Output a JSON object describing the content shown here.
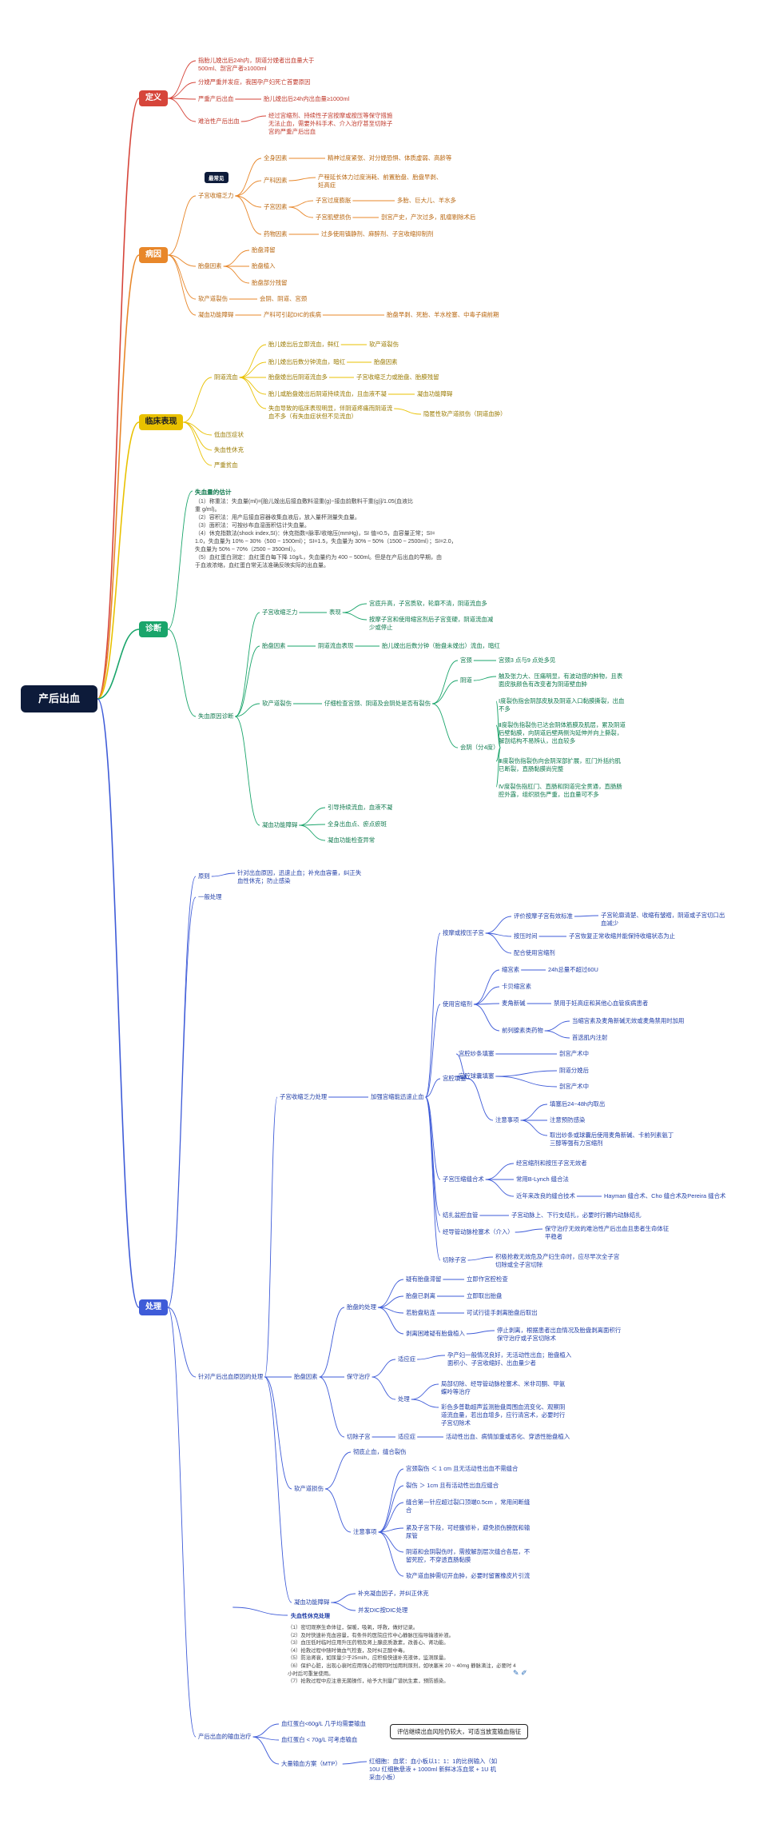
{
  "root": "产后出血",
  "badge": "最常见",
  "callout": "评估继续出血风险仍较大，可适当放宽输血指征",
  "icons": [
    "edit-icon",
    "pen-icon"
  ],
  "branch_colors": {
    "definition": "#d6453a",
    "cause": "#e8872a",
    "manifestation": "#e9c100",
    "diagnosis": "#1aa56b",
    "treatment": "#3e5bd8"
  },
  "nodes": [
    {
      "id": "def",
      "label": "定义",
      "cat": "definition",
      "main": true
    },
    {
      "id": "def1",
      "parent": "def",
      "label": "指胎儿娩出后24h内，阴道分娩者出血量大于\n500ml、剖宫产者≥1000ml"
    },
    {
      "id": "def2",
      "parent": "def",
      "label": "分娩严重并发症，我国孕产妇死亡首要原因"
    },
    {
      "id": "def3",
      "parent": "def",
      "label": "严重产后出血"
    },
    {
      "id": "def3a",
      "parent": "def3",
      "label": "胎儿娩出后24h内出血量≥1000ml"
    },
    {
      "id": "def4",
      "parent": "def",
      "label": "难治性产后出血"
    },
    {
      "id": "def4a",
      "parent": "def4",
      "label": "经过宫缩剂、持续性子宫按摩或按压等保守措施\n无法止血，需要外科手术、介入治疗甚至切除子\n宫的严重产后出血"
    },
    {
      "id": "cau",
      "label": "病因",
      "cat": "cause",
      "main": true
    },
    {
      "id": "c1",
      "parent": "cau",
      "label": "子宫收缩乏力"
    },
    {
      "id": "c1a",
      "parent": "c1",
      "label": "全身因素"
    },
    {
      "id": "c1a1",
      "parent": "c1a",
      "label": "精神过度紧张、对分娩恐惧、体质虚弱、高龄等"
    },
    {
      "id": "c1b",
      "parent": "c1",
      "label": "产科因素"
    },
    {
      "id": "c1b1",
      "parent": "c1b",
      "label": "产程延长体力过度消耗、前置胎盘、胎盘早剥、\n妊高症"
    },
    {
      "id": "c1c",
      "parent": "c1",
      "label": "子宫因素"
    },
    {
      "id": "c1c1",
      "parent": "c1c",
      "label": "子宫过度膨胀"
    },
    {
      "id": "c1c1a",
      "parent": "c1c1",
      "label": "多胎、巨大儿、羊水多"
    },
    {
      "id": "c1c2",
      "parent": "c1c",
      "label": "子宫肌壁损伤"
    },
    {
      "id": "c1c2a",
      "parent": "c1c2",
      "label": "剖宫产史，产次过多，肌瘤剔除术后"
    },
    {
      "id": "c1d",
      "parent": "c1",
      "label": "药物因素"
    },
    {
      "id": "c1d1",
      "parent": "c1d",
      "label": "过多使用镇静剂、麻醉剂、子宫收缩抑制剂"
    },
    {
      "id": "c2",
      "parent": "cau",
      "label": "胎盘因素"
    },
    {
      "id": "c2a",
      "parent": "c2",
      "label": "胎盘滞留"
    },
    {
      "id": "c2b",
      "parent": "c2",
      "label": "胎盘植入"
    },
    {
      "id": "c2c",
      "parent": "c2",
      "label": "胎盘部分残留"
    },
    {
      "id": "c3",
      "parent": "cau",
      "label": "软产道裂伤"
    },
    {
      "id": "c3a",
      "parent": "c3",
      "label": "会阴、阴道、宫颈"
    },
    {
      "id": "c4",
      "parent": "cau",
      "label": "凝血功能障碍"
    },
    {
      "id": "c4a",
      "parent": "c4",
      "label": "产科可引起DIC的疾病"
    },
    {
      "id": "c4a1",
      "parent": "c4a",
      "label": "胎盘早剥、死胎、羊水栓塞、中毒子痫前期"
    },
    {
      "id": "man",
      "label": "临床表现",
      "cat": "manifestation",
      "main": true
    },
    {
      "id": "m1",
      "parent": "man",
      "label": "阴道流血"
    },
    {
      "id": "m1a",
      "parent": "m1",
      "label": "胎儿娩出后立即流血，鲜红"
    },
    {
      "id": "m1a1",
      "parent": "m1a",
      "label": "软产道裂伤"
    },
    {
      "id": "m1b",
      "parent": "m1",
      "label": "胎儿娩出后数分钟流血，暗红"
    },
    {
      "id": "m1b1",
      "parent": "m1b",
      "label": "胎盘因素"
    },
    {
      "id": "m1c",
      "parent": "m1",
      "label": "胎盘娩出后阴道流血多"
    },
    {
      "id": "m1c1",
      "parent": "m1c",
      "label": "子宫收缩乏力或胎盘、胎膜残留"
    },
    {
      "id": "m1d",
      "parent": "m1",
      "label": "胎儿或胎盘娩出后阴道持续流血，且血液不凝"
    },
    {
      "id": "m1d1",
      "parent": "m1d",
      "label": "凝血功能障碍"
    },
    {
      "id": "m1e",
      "parent": "m1",
      "label": "失血导致的临床表现明显，伴阴道疼痛而阴道流\n血不多（有失血症状但不见流血）"
    },
    {
      "id": "m1e1",
      "parent": "m1e",
      "label": "隐匿性软产道损伤（阴道血肿）"
    },
    {
      "id": "m2",
      "parent": "man",
      "label": "低血压症状"
    },
    {
      "id": "m3",
      "parent": "man",
      "label": "失血性休克"
    },
    {
      "id": "m4",
      "parent": "man",
      "label": "严重贫血"
    },
    {
      "id": "dia",
      "label": "诊断",
      "cat": "diagnosis",
      "main": true
    },
    {
      "id": "d1",
      "parent": "dia",
      "label": "失血原因诊断"
    },
    {
      "id": "d1a",
      "parent": "d1",
      "label": "子宫收缩乏力"
    },
    {
      "id": "d1a1",
      "parent": "d1a",
      "label": "表现"
    },
    {
      "id": "d1a1a",
      "parent": "d1a1",
      "label": "宫底升高，子宫质软，轮廓不清，阴道流血多"
    },
    {
      "id": "d1a1b",
      "parent": "d1a1",
      "label": "按摩子宫和使用缩宫剂后子宫变硬，阴道流血减\n少或停止"
    },
    {
      "id": "d1b",
      "parent": "d1",
      "label": "胎盘因素"
    },
    {
      "id": "d1b1",
      "parent": "d1b",
      "label": "阴道流血表现"
    },
    {
      "id": "d1b1a",
      "parent": "d1b1",
      "label": "胎儿娩出后数分钟（胎盘未娩出）流血，暗红"
    },
    {
      "id": "d1c",
      "parent": "d1",
      "label": "软产道裂伤"
    },
    {
      "id": "d1c1",
      "parent": "d1c",
      "label": "仔细检查宫颈、阴道及会阴处是否有裂伤"
    },
    {
      "id": "d1c1a",
      "parent": "d1c1",
      "label": "宫颈"
    },
    {
      "id": "d1c1a1",
      "parent": "d1c1a",
      "label": "宫颈3 点与9 点处多见"
    },
    {
      "id": "d1c1b",
      "parent": "d1c1",
      "label": "阴道"
    },
    {
      "id": "d1c1b1",
      "parent": "d1c1b",
      "label": "触及张力大、压痛明显，有波动感的肿物，且表\n面皮肤颜色有改变者为阴道壁血肿"
    },
    {
      "id": "d1c1c",
      "parent": "d1c1",
      "label": "会阴（分4度）"
    },
    {
      "id": "d1c1c1",
      "parent": "d1c1c",
      "label": "Ⅰ度裂伤指会阴部皮肤及阴道入口黏膜撕裂，出血\n不多"
    },
    {
      "id": "d1c1c2",
      "parent": "d1c1c",
      "label": "Ⅱ度裂伤指裂伤已达会阴体筋膜及肌层，累及阴道\n后壁黏膜，向阴道后壁两侧沟延伸并向上撕裂，\n解剖结构不易辨认，出血较多"
    },
    {
      "id": "d1c1c3",
      "parent": "d1c1c",
      "label": "Ⅲ度裂伤指裂伤向会阴深部扩展，肛门外括约肌\n已断裂，直肠黏膜尚完整"
    },
    {
      "id": "d1c1c4",
      "parent": "d1c1c",
      "label": "Ⅳ度裂伤指肛门、直肠和阴道完全贯通，直肠肠\n腔外露，组织损伤严重，出血量可不多"
    },
    {
      "id": "d1d",
      "parent": "d1",
      "label": "凝血功能障碍"
    },
    {
      "id": "d1d1",
      "parent": "d1d",
      "label": "引导持续流血，血液不凝"
    },
    {
      "id": "d1d2",
      "parent": "d1d",
      "label": "全身出血点、瘀点瘀斑"
    },
    {
      "id": "d1d3",
      "parent": "d1d",
      "label": "凝血功能检查异常"
    },
    {
      "id": "tre",
      "label": "处理",
      "cat": "treatment",
      "main": true
    },
    {
      "id": "t0",
      "parent": "tre",
      "label": "原则"
    },
    {
      "id": "t0a",
      "parent": "t0",
      "label": "针对出血原因，迅速止血；补充血容量，纠正失\n血性休克；防止感染"
    },
    {
      "id": "t00",
      "parent": "tre",
      "label": "一般处理"
    },
    {
      "id": "t1",
      "parent": "tre",
      "label": "针对产后出血原因的处理"
    },
    {
      "id": "t1a",
      "parent": "t1",
      "label": "子宫收缩乏力处理"
    },
    {
      "id": "t1a1",
      "parent": "t1a",
      "label": "加强宫缩能迅速止血"
    },
    {
      "id": "t1a1a",
      "parent": "t1a1",
      "label": "按摩或按压子宫"
    },
    {
      "id": "t1a1a1",
      "parent": "t1a1a",
      "label": "评价按摩子宫有效标准"
    },
    {
      "id": "t1a1a1a",
      "parent": "t1a1a1",
      "label": "子宫轮廓清楚、收缩有皱褶，阴道或子宫切口出\n血减少"
    },
    {
      "id": "t1a1a2",
      "parent": "t1a1a",
      "label": "按压时间"
    },
    {
      "id": "t1a1a2a",
      "parent": "t1a1a2",
      "label": "子宫恢复正常收缩并能保持收缩状态为止"
    },
    {
      "id": "t1a1a3",
      "parent": "t1a1a",
      "label": "配合使用宫缩剂"
    },
    {
      "id": "t1a1b",
      "parent": "t1a1",
      "label": "使用宫缩剂"
    },
    {
      "id": "t1a1b1",
      "parent": "t1a1b",
      "label": "缩宫素"
    },
    {
      "id": "t1a1b1a",
      "parent": "t1a1b1",
      "label": "24h总量不超过60U"
    },
    {
      "id": "t1a1b2",
      "parent": "t1a1b",
      "label": "卡贝缩宫素"
    },
    {
      "id": "t1a1b3",
      "parent": "t1a1b",
      "label": "麦角新碱"
    },
    {
      "id": "t1a1b3a",
      "parent": "t1a1b3",
      "label": "禁用于妊高症和其他心血管疾病患者"
    },
    {
      "id": "t1a1b4",
      "parent": "t1a1b",
      "label": "前列腺素类药物"
    },
    {
      "id": "t1a1b4a",
      "parent": "t1a1b4",
      "label": "当缩宫素及麦角新碱无效或麦角禁用时加用"
    },
    {
      "id": "t1a1b4b",
      "parent": "t1a1b4",
      "label": "首选肌内注射"
    },
    {
      "id": "t1a1c",
      "parent": "t1a1",
      "label": "宫腔填塞"
    },
    {
      "id": "t1a1c1",
      "parent": "t1a1c",
      "label": "宫腔纱条填塞"
    },
    {
      "id": "t1a1c1a",
      "parent": "t1a1c1",
      "label": "剖宫产术中"
    },
    {
      "id": "t1a1c2",
      "parent": "t1a1c",
      "label": "宫腔球囊填塞"
    },
    {
      "id": "t1a1c2a",
      "parent": "t1a1c2",
      "label": "阴道分娩后"
    },
    {
      "id": "t1a1c2b",
      "parent": "t1a1c2",
      "label": "剖宫产术中"
    },
    {
      "id": "t1a1c3",
      "parent": "t1a1c",
      "label": "注意事项"
    },
    {
      "id": "t1a1c3a",
      "parent": "t1a1c3",
      "label": "填塞后24~48h内取出"
    },
    {
      "id": "t1a1c3b",
      "parent": "t1a1c3",
      "label": "注意预防感染"
    },
    {
      "id": "t1a1c3c",
      "parent": "t1a1c3",
      "label": "取出纱条或球囊后使用麦角新碱、卡前列素氨丁\n三醇等强有力宫缩剂"
    },
    {
      "id": "t1a1d",
      "parent": "t1a1",
      "label": "子宫压缩缝合术"
    },
    {
      "id": "t1a1d1",
      "parent": "t1a1d",
      "label": "经宫缩剂和按压子宫无效者"
    },
    {
      "id": "t1a1d2",
      "parent": "t1a1d",
      "label": "常用B-Lynch 缝合法"
    },
    {
      "id": "t1a1d3",
      "parent": "t1a1d",
      "label": "近年来改良的缝合技术"
    },
    {
      "id": "t1a1d3a",
      "parent": "t1a1d3",
      "label": "Hayman 缝合术、Cho 缝合术及Pereira 缝合术"
    },
    {
      "id": "t1a1e",
      "parent": "t1a1",
      "label": "结扎盆腔血管"
    },
    {
      "id": "t1a1e1",
      "parent": "t1a1e",
      "label": "子宫动脉上、下行支结扎，必要时行髂内动脉结扎"
    },
    {
      "id": "t1a1f",
      "parent": "t1a1",
      "label": "经导管动脉栓塞术（介入）"
    },
    {
      "id": "t1a1f1",
      "parent": "t1a1f",
      "label": "保守治疗无效的难治性产后出血且患者生命体征\n平稳者"
    },
    {
      "id": "t1a1g",
      "parent": "t1a1",
      "label": "切除子宫"
    },
    {
      "id": "t1a1g1",
      "parent": "t1a1g",
      "label": "积极抢救无效危及产妇生命时，应尽早次全子宫\n切除或全子宫切除"
    },
    {
      "id": "t1b",
      "parent": "t1",
      "label": "胎盘因素"
    },
    {
      "id": "t1b1",
      "parent": "t1b",
      "label": "胎盘的处理"
    },
    {
      "id": "t1b1a",
      "parent": "t1b1",
      "label": "疑有胎盘滞留"
    },
    {
      "id": "t1b1a1",
      "parent": "t1b1a",
      "label": "立即作宫腔检查"
    },
    {
      "id": "t1b1b",
      "parent": "t1b1",
      "label": "胎盘已剥离"
    },
    {
      "id": "t1b1b1",
      "parent": "t1b1b",
      "label": "立即取出胎盘"
    },
    {
      "id": "t1b1c",
      "parent": "t1b1",
      "label": "若胎盘粘连"
    },
    {
      "id": "t1b1c1",
      "parent": "t1b1c",
      "label": "可试行徒手剥离胎盘后取出"
    },
    {
      "id": "t1b1d",
      "parent": "t1b1",
      "label": "剥离困难疑有胎盘植入"
    },
    {
      "id": "t1b1d1",
      "parent": "t1b1d",
      "label": "停止剥离，根据患者出血情况及胎盘剥离面积行\n保守治疗或子宫切除术"
    },
    {
      "id": "t1b2",
      "parent": "t1b",
      "label": "保守治疗"
    },
    {
      "id": "t1b2a",
      "parent": "t1b2",
      "label": "适应症"
    },
    {
      "id": "t1b2a1",
      "parent": "t1b2a",
      "label": "孕产妇一般情况良好，无活动性出血；胎盘植入\n面积小、子宫收缩好、出血量少者"
    },
    {
      "id": "t1b2b",
      "parent": "t1b2",
      "label": "处理"
    },
    {
      "id": "t1b2b1",
      "parent": "t1b2b",
      "label": "局部切除、经导管动脉栓塞术、米非司酮、甲氨\n蝶呤等治疗"
    },
    {
      "id": "t1b2b2",
      "parent": "t1b2b",
      "label": "彩色多普勒超声监测胎盘周围血流变化、观察阴\n道流血量，若出血增多，应行清宫术，必要时行\n子宫切除术"
    },
    {
      "id": "t1b3",
      "parent": "t1b",
      "label": "切除子宫"
    },
    {
      "id": "t1b3a",
      "parent": "t1b3",
      "label": "适应症"
    },
    {
      "id": "t1b3a1",
      "parent": "t1b3a",
      "label": "活动性出血、病情加重或恶化、穿透性胎盘植入"
    },
    {
      "id": "t1c",
      "parent": "t1",
      "label": "软产道损伤"
    },
    {
      "id": "t1c1",
      "parent": "t1c",
      "label": "彻底止血，缝合裂伤"
    },
    {
      "id": "t1c2",
      "parent": "t1c",
      "label": "注意事项"
    },
    {
      "id": "t1c2a",
      "parent": "t1c2",
      "label": "宫颈裂伤 ＜ 1 cm 且无活动性出血不需缝合"
    },
    {
      "id": "t1c2b",
      "parent": "t1c2",
      "label": "裂伤 ＞ 1cm 且有活动性出血应缝合"
    },
    {
      "id": "t1c2c",
      "parent": "t1c2",
      "label": "缝合第一针应超过裂口顶端0.5cm ，常用间断缝\n合"
    },
    {
      "id": "t1c2d",
      "parent": "t1c2",
      "label": "紧及子宫下段，可经腹修补，避免损伤膀胱和输\n尿管"
    },
    {
      "id": "t1c2e",
      "parent": "t1c2",
      "label": "阴道和会阴裂伤时，需按解剖层次缝合各层，不\n留死腔，不穿透直肠黏膜"
    },
    {
      "id": "t1c2f",
      "parent": "t1c2",
      "label": "软产道血肿需切开血肿，必要时留置橡皮片引流"
    },
    {
      "id": "t1d",
      "parent": "t1",
      "label": "凝血功能障碍"
    },
    {
      "id": "t1d1",
      "parent": "t1d",
      "label": "补充凝血因子，并纠正休克"
    },
    {
      "id": "t1d2",
      "parent": "t1d",
      "label": "并发DIC按DIC处理"
    },
    {
      "id": "t2",
      "parent": "tre",
      "label": "产后出血的输血治疗"
    },
    {
      "id": "t2a",
      "parent": "t2",
      "label": "血红蛋白<60g/L 几乎均需要输血"
    },
    {
      "id": "t2b",
      "parent": "t2",
      "label": "血红蛋白 < 70g/L 可考虑输血"
    },
    {
      "id": "t2c",
      "parent": "t2",
      "label": "大量输血方案（MTP）"
    },
    {
      "id": "t2c1",
      "parent": "t2c",
      "label": "红细胞：血浆：血小板以1：1：1的比例输入（如\n10U 红细胞悬液 + 1000ml 新鲜冰冻血浆 + 1U 机\n采血小板）"
    }
  ],
  "paragraphs": {
    "estimate_title": "失血量的估计",
    "estimate_body": "（1）称重法：失血量(ml)=[胎儿娩出后接血敷料湿重(g)−接血前敷料干重(g)]/1.05(血液比\n重 g/ml)。\n（2）容积法：用产后接血容器收集血液后，放入量杯测量失血量。\n（3）面积法：可按纱布血湿面积估计失血量。\n（4）休克指数法(shock index,SI)：休克指数=脉率/收缩压(mmHg)，SI 值=0.5，血容量正常；SI=\n1.0，失血量为 10% ~ 30%（500 ~ 1500ml）；SI=1.5，失血量为 30% ~ 50%（1500 ~ 2500ml）；SI=2.0，\n失血量为 50% ~ 70%（2500 ~ 3500ml）。\n（5）血红蛋白测定：血红蛋白每下降 10g/L，失血量约为 400 ~ 500ml。但是在产后出血的早期，由\n于血液浓缩，血红蛋白常无法准确反映实际的出血量。",
    "shock_title": "失血性休克处理",
    "shock_body": "（1）密切观察生命体征，保暖，吸氧，呼救，做好记录。\n（2）及时快速补充血容量，有条件的医院应作中心静脉压指导输液补液。\n（3）血压低时临时应用升压药物及肾上腺皮质激素，改善心、肾功能。\n（4）抢救过程中随时做血气检查，及时纠正酸中毒。\n（5）防治肾衰，如尿量少于25ml/h，应积极快速补充液体，监测尿量。\n（6）保护心脏，出现心衰时应用强心药物同时加用利尿剂，如呋塞米 20 ~ 40mg 静脉滴注，必要时 4\n小时后可重复使用。\n（7）抢救过程中应注意无菌操作，给予大剂量广谱抗生素，预防感染。"
  }
}
